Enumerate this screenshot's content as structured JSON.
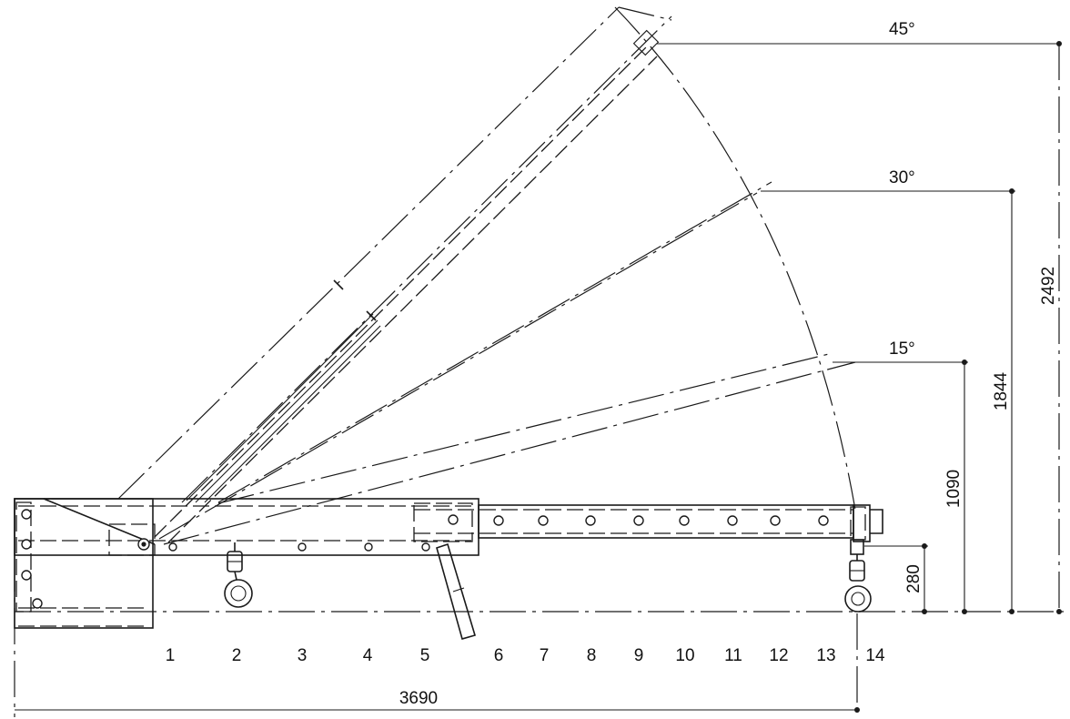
{
  "angles": [
    "45°",
    "30°",
    "15°"
  ],
  "heights": [
    "2492",
    "1844",
    "1090",
    "280"
  ],
  "positions": [
    "1",
    "2",
    "3",
    "4",
    "5",
    "6",
    "7",
    "8",
    "9",
    "10",
    "11",
    "12",
    "13",
    "14"
  ],
  "overall_length": "3690"
}
